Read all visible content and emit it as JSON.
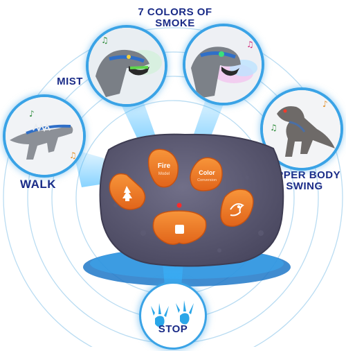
{
  "labels": {
    "smoke": "7 COLORS OF\nSMOKE",
    "mist": "MIST",
    "walk": "WALK",
    "swing": "UPPER BODY\nSWING",
    "stop": "STOP"
  },
  "buttons": {
    "fire_line1": "Fire",
    "fire_line2": "Model",
    "color_line1": "Color",
    "color_line2": "Conversion"
  },
  "icons": {
    "walk_button": "tree-icon",
    "swing_button": "dinosaur-icon",
    "stop_button": "square-icon",
    "stop_footprints": "dinosaur-footprints-icon",
    "music": "music-note-icon"
  },
  "colors": {
    "label_text": "#1a2b87",
    "ring_glow": "#3aa3e6",
    "button_orange": "#f07a1e",
    "remote_body": "#5a5870"
  }
}
